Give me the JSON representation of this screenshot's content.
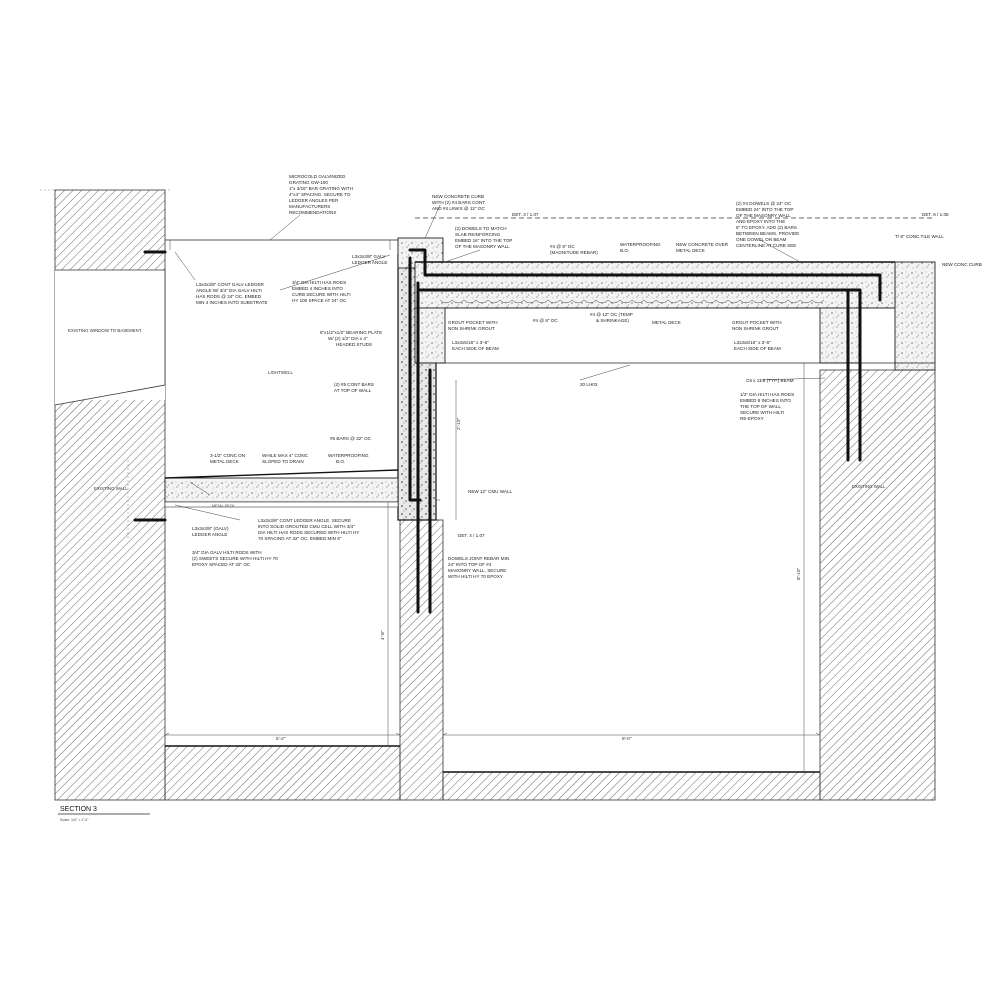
{
  "title": "SECTION 3",
  "scale": "Scale: 1/4\" = 1'-0\"",
  "detail_tags": {
    "top_left": "DET. 3 / 1.07",
    "top_right": "DET. 6 / 1.08",
    "mid": "DET. 4 / 1.07"
  },
  "notes": {
    "grating_1": "MICROCOLD GALVINIZED",
    "grating_2": "GRATING GW-100",
    "grating_3": "1\"x 3/16\" BAR GRATING WITH",
    "grating_4": "4\"x4\" SPACING. SECURE TO",
    "grating_5": "LEDGER ANGLES PER",
    "grating_6": "MANUFACTURERS",
    "grating_7": "RECOMMENDATIONS",
    "curb_1": "NEW CONCRETE CURB",
    "curb_2": "WITH (2) #4 BARS CONT.",
    "curb_3": "AND #4 LINKS @ 12\" OC",
    "dowels_l1": "(2) DOWELS TO MATCH",
    "dowels_l2": "SLAB REINFORCING",
    "dowels_l3": "EMBED 16\" INTO THE TOP",
    "dowels_l4": "OF THE MASONRY WALL",
    "bars_top_1": "#4 @ 8\" OC",
    "bars_top_2": "(MAGNITUDE REBAR)",
    "wp_top_1": "WATERPROOFING",
    "wp_top_2": "B.O.",
    "slab_1": "NEW CONCRETE OVER",
    "slab_2": "METAL DECK",
    "dowels_r1": "(2) #4 DOWELS @ 24\" OC",
    "dowels_r2": "EMBED 24\" INTO THE TOP",
    "dowels_r3": "OF THE MASONRY WALL",
    "dowels_r4": "AND EPOXY INTO THE",
    "dowels_r5": "6\" TO EPOXY. ADD (2) BARS",
    "dowels_r6": "BETWEEN BEAMS. PROVIDE",
    "dowels_r7": "ONE DOWEL ON BEAM",
    "dowels_r8": "CENTERLINE AT CURB SEE",
    "top_wall": "T/ 8\" CONC TILE WALL",
    "new_curb": "NEW CONC CURB",
    "ledger_1": "L3x3x3/8\" GALV",
    "ledger_2": "LEDGER ANGLE",
    "ledger_l1": "L3x3x3/8\" CONT GALV LEDGER",
    "ledger_l2": "ANGLE W/ 3/4\" DIA GALV HILTI",
    "ledger_l3": "HAS RODS @ 24\" OC. EMBED",
    "ledger_l4": "MIN 4 INCHES INTO SUBSTRATE",
    "hilti_1": "3/4\" DIA HILTI HAS RODS",
    "hilti_2": "EMBED 4 INCHES INTO",
    "hilti_3": "CURB SECURE WITH HILTI",
    "hilti_4": "HY 100 SPACE AT 24\" OC",
    "plate_1": "8\"x1/2\"x1/2\" BEARING PLATE",
    "plate_2": "W/ (2) 1/2\" DIA x 4\"",
    "plate_3": "HEADED STUDS",
    "grout_l1": "GROUT POCKET WITH",
    "grout_l2": "NON SHRINK GROUT",
    "beam_l1": "L3x3x5/16\" x 3'-6\"",
    "beam_l2": "EACH SIDE OF BEAM",
    "bars_mid_1": "#4 @ 8\" OC",
    "bars_mid_2": "#4 @ 12\" OC (TEMP",
    "bars_mid_3": "& SHRINKAGE)",
    "metal_deck": "METAL DECK",
    "grout_r1": "GROUT POCKET WITH",
    "grout_r2": "NON SHRINK GROUT",
    "beam_r1": "L3x3x5/16\" x 3'-6\"",
    "beam_r2": "EACH SIDE OF BEAM",
    "window": "EXISTING WINDOW TO BASEMENT",
    "lightwell": "LIGHTWELL",
    "bars_top_wall_1": "(2) #5 CONT BARS",
    "bars_top_wall_2": "AT TOP OF WALL",
    "bars_vert": "#5 BARS @ 32\" OC",
    "joists": "20 LH03",
    "beam_right_tag": "C8 x 11.5 (TYP.) BEAM",
    "rod_r1": "1/2\" DIA HILTI HAS RODS",
    "rod_r2": "EMBED 8 INCHES INTO",
    "rod_r3": "THE TOP OF WALL",
    "rod_r4": "SECURE WITH HILTI",
    "rod_r5": "RE-EPOXY",
    "cap_1": "3-1/2\" CONC ON",
    "cap_2": "METAL DECK",
    "cap_3": "WHILE MAX 4\" CONC",
    "cap_4": "SLOPED TO DRAIN",
    "cap_5": "WATERPROOFING",
    "cap_6": "B.O.",
    "metal_deck_small": "METAL DECK",
    "existing_wall_l": "EXISTING WALL",
    "existing_wall_r": "EXISTING WALL",
    "ledger_small_1": "L3x3x3/8\" (GALV)",
    "ledger_small_2": "LEDGER ANGLE",
    "ledger_low_1": "L3x3x3/8\" CONT LEDGER ANGLE. SECURE",
    "ledger_low_2": "INTO SOLID GROUTED CMU CELL WITH 3/4\"",
    "ledger_low_3": "DIA HILTI HAS RODS SECURED WITH HILTI HY",
    "ledger_low_4": "70 SPACING AT 32\" OC. EMBED MIN 6\"",
    "anchor_1": "3/4\" DIA GALV HILTI RODS WITH",
    "anchor_2": "(2) SWEETS SECURE WITH HILTI HY 70",
    "anchor_3": "EPOXY SPACED AT 32\" OC",
    "cmu_wall": "NEW 12\" CMU WALL",
    "dowels_low_1": "DOWELS JOINT REBAR MIN",
    "dowels_low_2": "24\" INTO TOP OF #4",
    "dowels_low_3": "MASONRY WALL, SECURE",
    "dowels_low_4": "WITH HILTI HY 70 EPOXY"
  },
  "dimensions": {
    "left_bay": "5'-2\"",
    "right_bay": "8'-0\"",
    "height_upper": "2'-10\"",
    "height_mid": "4'-8\"",
    "height_right": "8'-10\""
  }
}
